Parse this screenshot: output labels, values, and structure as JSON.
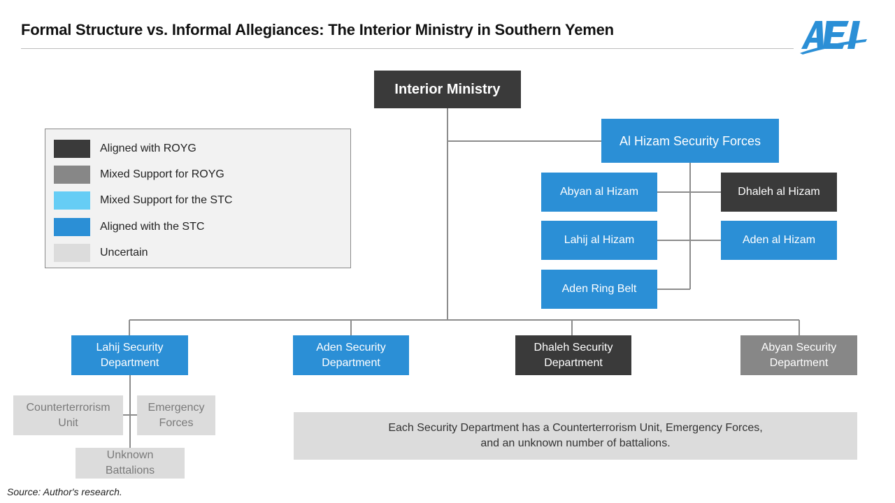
{
  "title": "Formal Structure vs. Informal Allegiances: The Interior Ministry in Southern Yemen",
  "logo_text": "AEI",
  "colors": {
    "aligned_roy g": "#3a3a3a",
    "mixed_royg": "#878787",
    "mixed_stc": "#66cdf5",
    "aligned_stc": "#2b8fd6",
    "uncertain": "#dcdcdc",
    "logo": "#2b8fd6"
  },
  "legend": [
    {
      "label": "Aligned with ROYG",
      "color": "#3a3a3a"
    },
    {
      "label": "Mixed Support for ROYG",
      "color": "#878787"
    },
    {
      "label": "Mixed Support for the STC",
      "color": "#66cdf5"
    },
    {
      "label": "Aligned with the STC",
      "color": "#2b8fd6"
    },
    {
      "label": "Uncertain",
      "color": "#dcdcdc"
    }
  ],
  "nodes": {
    "interior_ministry": "Interior Ministry",
    "al_hizam": "Al Hizam Security Forces",
    "abyan_hizam": "Abyan al Hizam",
    "dhaleh_hizam": "Dhaleh al Hizam",
    "lahij_hizam": "Lahij al Hizam",
    "aden_hizam": "Aden al Hizam",
    "aden_ring_belt": "Aden Ring Belt",
    "lahij_dept": [
      "Lahij Security",
      "Department"
    ],
    "aden_dept": [
      "Aden Security",
      "Department"
    ],
    "dhaleh_dept": [
      "Dhaleh Security",
      "Department"
    ],
    "abyan_dept": [
      "Abyan Security",
      "Department"
    ],
    "ct_unit": [
      "Counterterrorism",
      "Unit"
    ],
    "emergency_forces": [
      "Emergency",
      "Forces"
    ],
    "unknown_battalions": [
      "Unknown",
      "Battalions"
    ]
  },
  "note": [
    "Each Security Department has a Counterterrorism Unit, Emergency Forces,",
    "and an unknown number of battalions."
  ],
  "source": "Source: Author's research."
}
